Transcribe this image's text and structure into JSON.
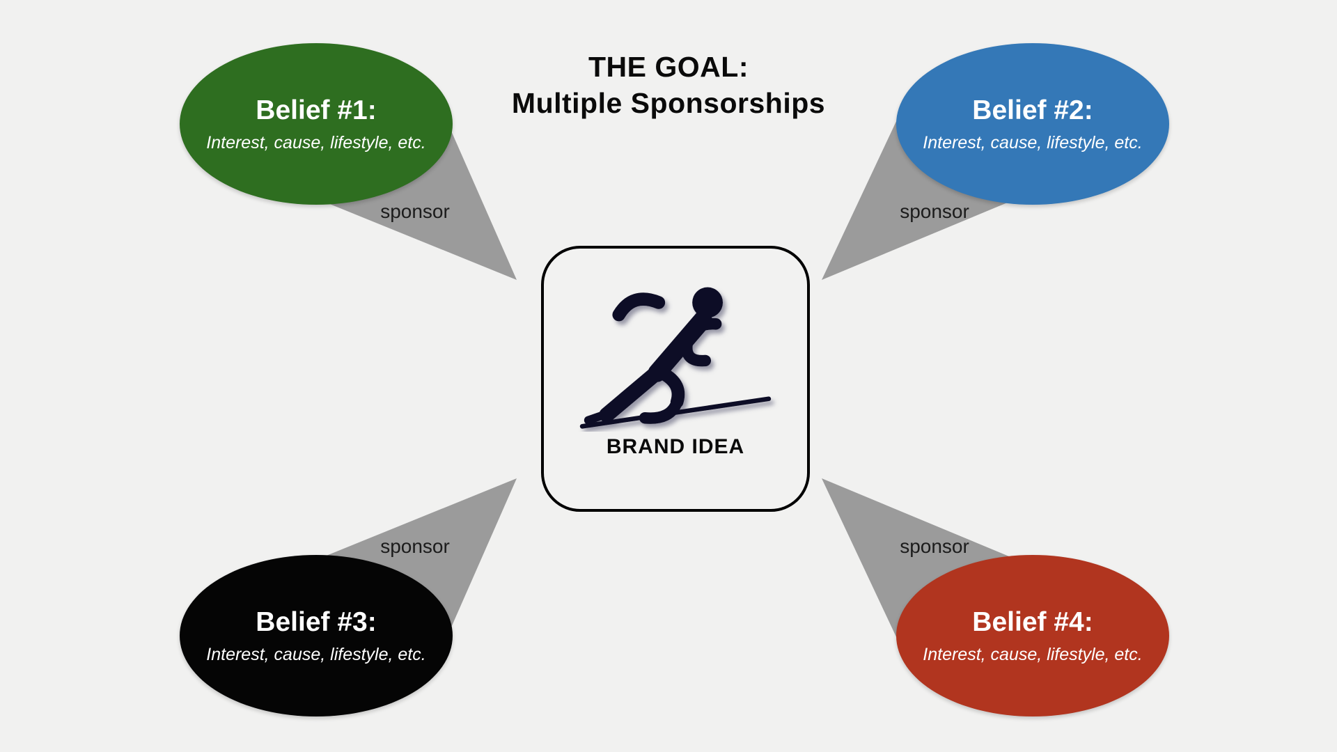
{
  "background_color": "#f1f1f0",
  "title": {
    "line1": "THE GOAL:",
    "line2": "Multiple Sponsorships"
  },
  "center_box": {
    "label": "BRAND IDEA",
    "icon": "runner-pictogram",
    "icon_color": "#0d0d26",
    "border_color": "#000000",
    "background": "#f2f2f1"
  },
  "connector_color": "#9b9b9b",
  "connectors": [
    {
      "label": "sponsor",
      "position": "top-left"
    },
    {
      "label": "sponsor",
      "position": "top-right"
    },
    {
      "label": "sponsor",
      "position": "bottom-left"
    },
    {
      "label": "sponsor",
      "position": "bottom-right"
    }
  ],
  "beliefs": [
    {
      "heading": "Belief #1:",
      "subtext": "Interest, cause, lifestyle, etc.",
      "color": "#2e6e20",
      "position": "top-left"
    },
    {
      "heading": "Belief #2:",
      "subtext": "Interest, cause, lifestyle, etc.",
      "color": "#3478b7",
      "position": "top-right"
    },
    {
      "heading": "Belief #3:",
      "subtext": "Interest, cause, lifestyle, etc.",
      "color": "#050505",
      "position": "bottom-left"
    },
    {
      "heading": "Belief #4:",
      "subtext": "Interest, cause, lifestyle, etc.",
      "color": "#b1351f",
      "position": "bottom-right"
    }
  ]
}
